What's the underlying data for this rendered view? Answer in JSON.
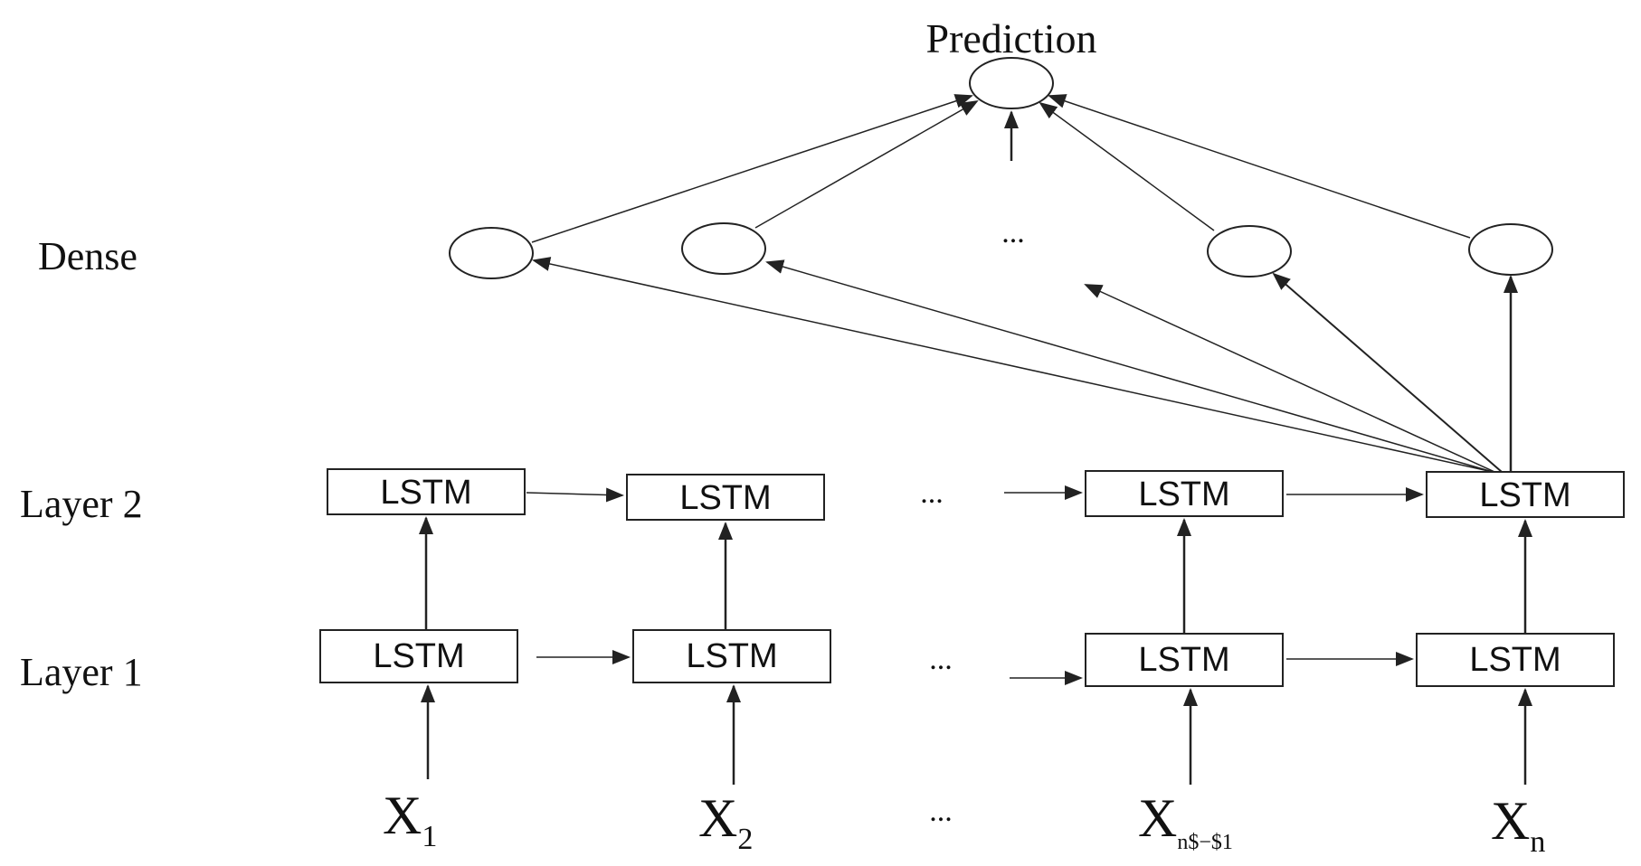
{
  "title": "Prediction",
  "row_labels": {
    "dense": "Dense",
    "layer2": "Layer 2",
    "layer1": "Layer 1"
  },
  "cell_label": "LSTM",
  "ellipsis": "...",
  "inputs": [
    {
      "base": "X",
      "sub": "1"
    },
    {
      "base": "X",
      "sub": "2"
    },
    {
      "base": "X",
      "sub": "n$−$1"
    },
    {
      "base": "X",
      "sub": "n"
    }
  ],
  "colors": {
    "stroke": "#222222",
    "text": "#111111",
    "box_fill": "#ffffff"
  }
}
